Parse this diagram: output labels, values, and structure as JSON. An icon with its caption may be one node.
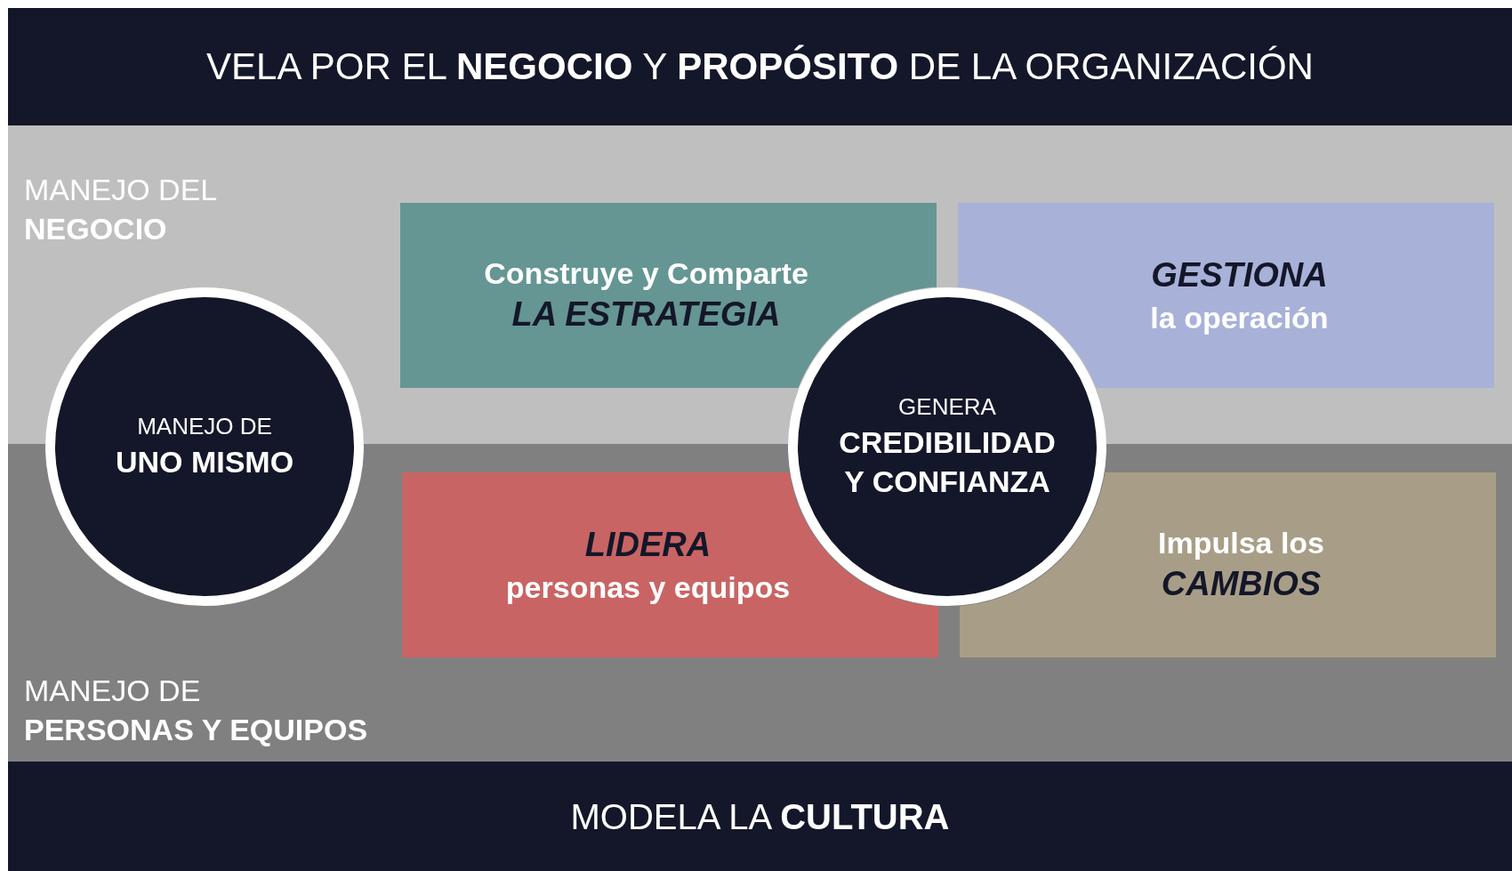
{
  "diagram": {
    "nodes": [
      {
        "text": [
          "VELA POR EL **NEGOCIO** Y **PROPÓSITO** DE LA ORGANIZACIÓN"
        ]
      },
      {
        "text": [
          "MANEJO DEL",
          "NEGOCIO"
        ]
      },
      {
        "text": [
          "MANEJO DE",
          "PERSONAS Y EQUIPOS"
        ]
      },
      {
        "text": [
          "MODELA LA **CULTURA**"
        ]
      },
      {
        "text": [
          "Construye y Comparte",
          "LA ESTRATEGIA"
        ],
        "in": 1
      },
      {
        "text": [
          "GESTIONA",
          "la operación"
        ],
        "in": 1
      },
      {
        "text": [
          "LIDERA",
          "personas y equipos"
        ],
        "in": 2
      },
      {
        "text": [
          "Impulsa los",
          "CAMBIOS"
        ],
        "in": 2
      },
      {
        "text": [
          "MANEJO DE",
          "UNO MISMO"
        ]
      },
      {
        "text": [
          "GENERA",
          "CREDIBILIDAD Y CONFIANZA"
        ]
      }
    ]
  }
}
